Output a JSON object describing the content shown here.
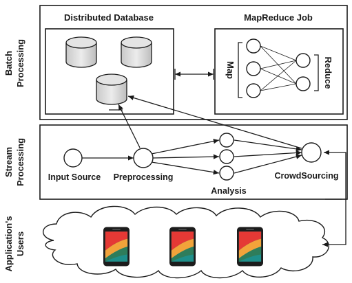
{
  "sections": {
    "batch": "Batch Processing",
    "stream": "Stream Processing",
    "users": "Application's Users"
  },
  "batch": {
    "distributed_db_title": "Distributed Database",
    "mapreduce_title": "MapReduce Job",
    "map_label": "Map",
    "reduce_label": "Reduce"
  },
  "stream": {
    "input_source": "Input Source",
    "preprocessing": "Preprocessing",
    "analysis": "Analysis",
    "crowdsourcing": "CrowdSourcing"
  },
  "colors": {
    "cylinder_fill": "#dedede",
    "phone_body": "#1c1c1c",
    "screen_red": "#e53935",
    "screen_teal": "#1e8f8a",
    "screen_orange": "#f2a33a",
    "screen_green": "#2e7d5b"
  }
}
